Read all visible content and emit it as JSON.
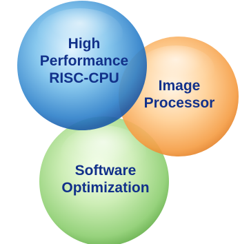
{
  "diagram": {
    "circles": [
      {
        "id": "cpu",
        "lines": [
          "High",
          "Performance",
          "RISC-CPU"
        ],
        "text_color": "#12318a",
        "fill_colors": [
          "#dff3ff",
          "#7bc2ec",
          "#2c7fc9",
          "#1b5aa8"
        ]
      },
      {
        "id": "image",
        "lines": [
          "Image",
          "Processor"
        ],
        "text_color": "#12318a",
        "fill_colors": [
          "#fff4e3",
          "#ffcf93",
          "#f59c42",
          "#e07a20"
        ]
      },
      {
        "id": "software",
        "lines": [
          "Software",
          "Optimization"
        ],
        "text_color": "#12318a",
        "fill_colors": [
          "#f4ffe9",
          "#c9ecb0",
          "#8fcf73",
          "#66b04b"
        ]
      }
    ]
  }
}
